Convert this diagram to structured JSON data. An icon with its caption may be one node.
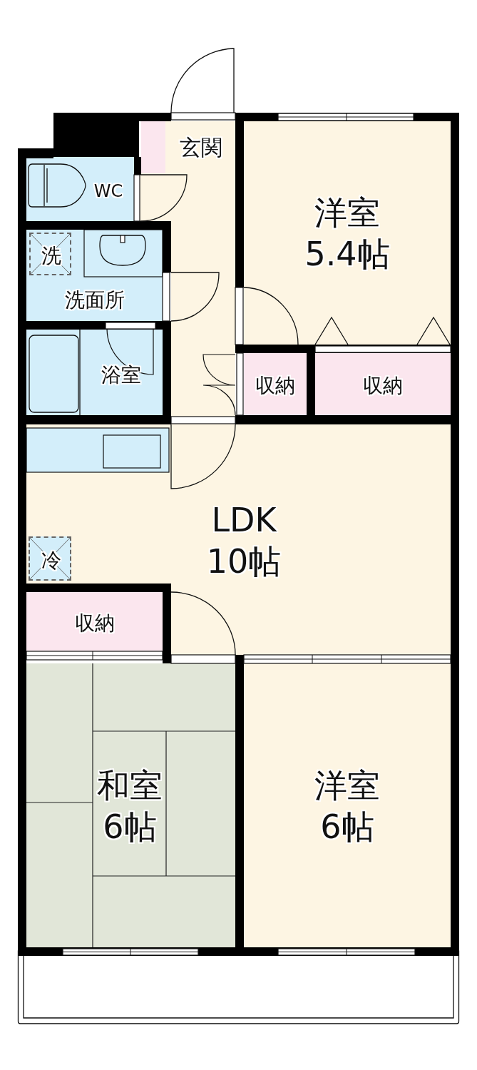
{
  "diagram": {
    "nodes": [
      {
        "text": [
          "玄関"
        ]
      },
      {
        "text": [
          "WC"
        ]
      },
      {
        "text": [
          "洋室",
          "5.4帖"
        ]
      },
      {
        "text": [
          "洗面所"
        ]
      },
      {
        "text": [
          "洗"
        ],
        "in": 3
      },
      {
        "text": [
          "浴室"
        ]
      },
      {
        "text": [
          "収納"
        ]
      },
      {
        "text": [
          "収納"
        ]
      },
      {
        "text": [
          "LDK",
          "10帖"
        ]
      },
      {
        "text": [
          "冷"
        ],
        "in": 8
      },
      {
        "text": [
          "収納"
        ]
      },
      {
        "text": [
          "和室",
          "6帖"
        ]
      },
      {
        "text": [
          "洋室",
          "6帖"
        ]
      }
    ]
  }
}
